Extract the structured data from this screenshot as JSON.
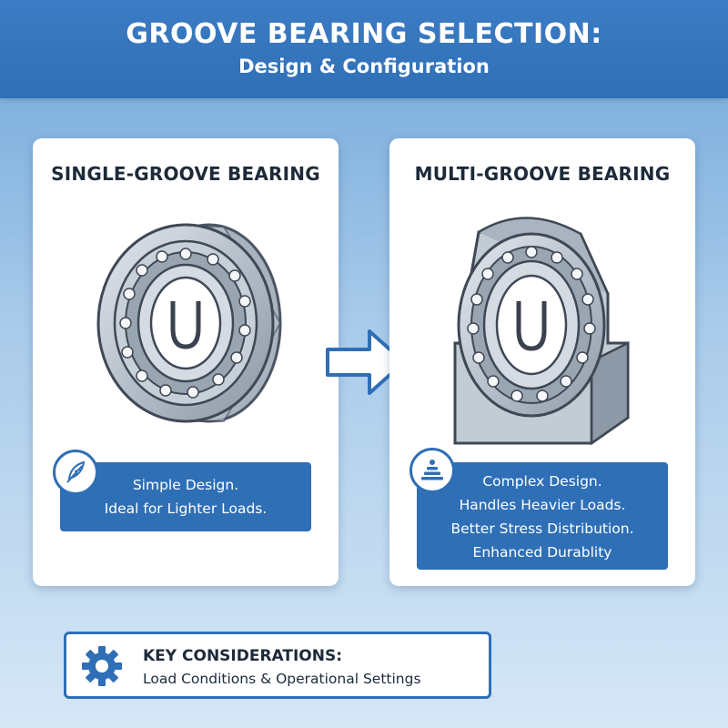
{
  "header": {
    "title": "GROOVE BEARING SELECTION:",
    "subtitle": "Design & Configuration"
  },
  "left_card": {
    "title": "SINGLE-GROOVE BEARING",
    "icon": "feather-icon",
    "info_lines": [
      "Simple Design.",
      "Ideal for Lighter Loads."
    ]
  },
  "right_card": {
    "title": "MULTI-GROOVE BEARING",
    "icon": "stack-icon",
    "info_lines": [
      "Complex Design.",
      "Handles Heavier Loads.",
      "Better Stress Distribution.",
      "Enhanced Durablity"
    ]
  },
  "key": {
    "icon": "gear-icon",
    "title": "KEY CONSIDERATIONS:",
    "text": "Load Conditions & Operational Settings"
  },
  "colors": {
    "accent": "#2f6fb6",
    "header": "#3c7cc4",
    "text_dark": "#1d2a3a"
  }
}
